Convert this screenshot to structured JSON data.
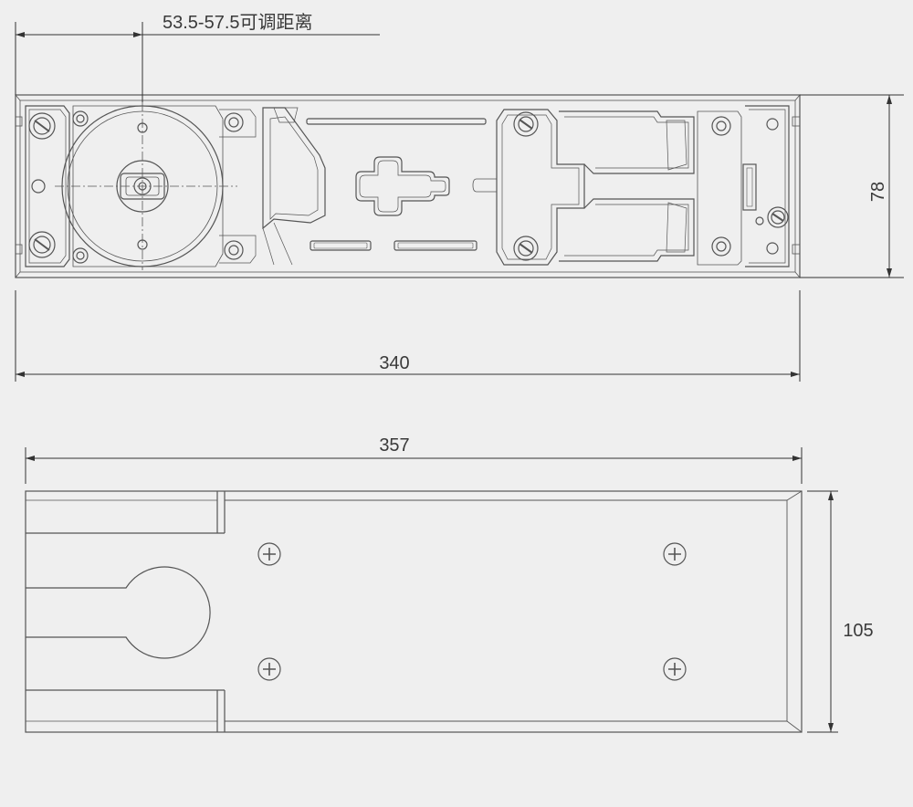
{
  "colors": {
    "background": "#efefef",
    "line": "#555555",
    "dimension": "#333333",
    "text": "#3a3a3a"
  },
  "dimensions": {
    "adjustable_range": "53.5-57.5可调距离",
    "body_length": "340",
    "body_height": "78",
    "cover_length": "357",
    "cover_height": "105"
  }
}
